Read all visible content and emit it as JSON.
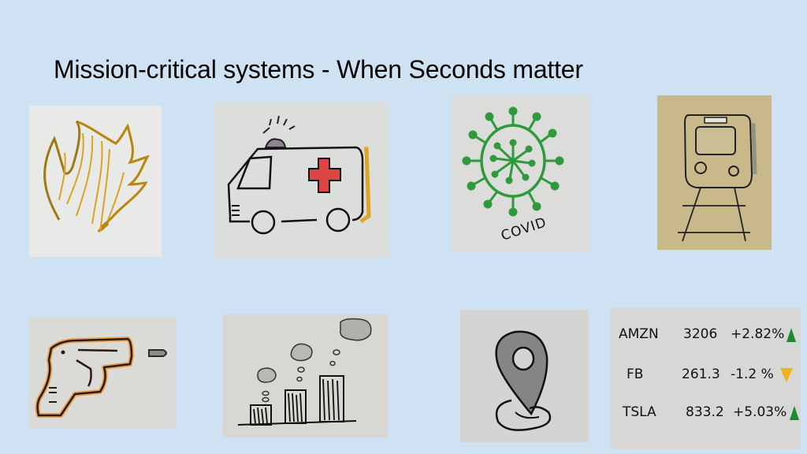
{
  "slide": {
    "title": "Mission-critical systems - When Seconds matter",
    "background_color": "#cfe2f3"
  },
  "images": [
    {
      "id": "fire",
      "subject": "fire-flame-icon",
      "row": 1,
      "col": 1
    },
    {
      "id": "ambulance",
      "subject": "ambulance-icon",
      "row": 1,
      "col": 2
    },
    {
      "id": "covid",
      "subject": "virus-icon",
      "row": 1,
      "col": 3,
      "label": "COVID"
    },
    {
      "id": "train",
      "subject": "train-icon",
      "row": 1,
      "col": 4
    },
    {
      "id": "gun",
      "subject": "gun-icon",
      "row": 2,
      "col": 1
    },
    {
      "id": "factory",
      "subject": "factory-smoke-icon",
      "row": 2,
      "col": 2
    },
    {
      "id": "location",
      "subject": "location-pin-icon",
      "row": 2,
      "col": 3
    },
    {
      "id": "stocks",
      "subject": "stock-ticker",
      "row": 2,
      "col": 4
    }
  ],
  "stocks": [
    {
      "symbol": "AMZN",
      "price": "3206",
      "change": "+2.82%",
      "direction": "up",
      "color": "#1e8a2e"
    },
    {
      "symbol": "FB",
      "price": "261.3",
      "change": "-1.2 %",
      "direction": "down",
      "color": "#f2b21c"
    },
    {
      "symbol": "TSLA",
      "price": "833.2",
      "change": "+5.03%",
      "direction": "up",
      "color": "#1e8a2e"
    }
  ]
}
